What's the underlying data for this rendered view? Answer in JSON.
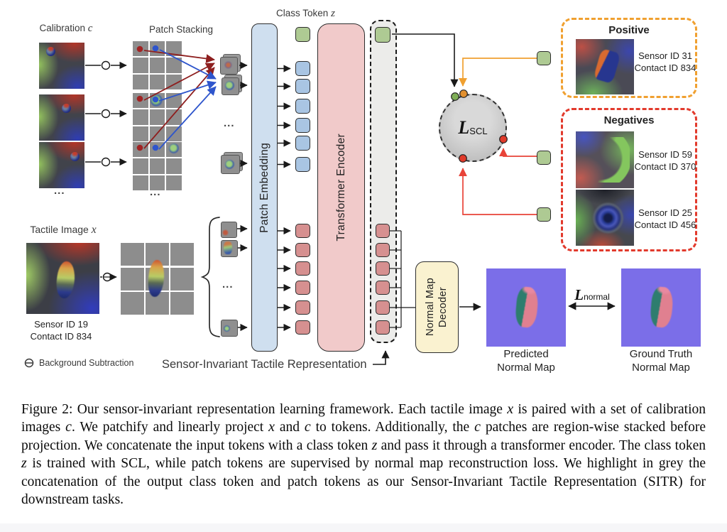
{
  "figure": {
    "labels": {
      "calibration": "Calibration ",
      "calibration_math": "c",
      "patch_stacking": "Patch Stacking",
      "class_token": "Class Token ",
      "class_token_math": "z",
      "patch_embedding": "Patch Embedding",
      "transformer_encoder": "Transformer Encoder",
      "tactile_image": "Tactile Image ",
      "tactile_image_math": "x",
      "sitr": "Sensor-Invariant Tactile Representation",
      "background_subtraction": "Background Subtraction",
      "ellipsis": "..."
    },
    "loss_scl": {
      "symbol": "L",
      "subscript": "SCL"
    },
    "loss_normal": {
      "symbol": "L",
      "subscript": "normal"
    },
    "tactile_input": {
      "sensor": "Sensor ID 19",
      "contact": "Contact ID 834"
    },
    "positive": {
      "title": "Positive",
      "sensor": "Sensor ID 31",
      "contact": "Contact ID 834"
    },
    "negatives": {
      "title": "Negatives",
      "items": [
        {
          "sensor": "Sensor ID 59",
          "contact": "Contact ID 370"
        },
        {
          "sensor": "Sensor ID 25",
          "contact": "Contact ID 456"
        }
      ]
    },
    "decoder": {
      "line1": "Normal Map",
      "line2": "Decoder"
    },
    "predicted": {
      "line1": "Predicted",
      "line2": "Normal Map"
    },
    "ground_truth": {
      "line1": "Ground Truth",
      "line2": "Normal Map"
    }
  },
  "caption": {
    "segments": [
      {
        "t": "Figure 2: Our sensor-invariant representation learning framework. Each tactile image "
      },
      {
        "t": "x",
        "i": true
      },
      {
        "t": " is paired with a set of calibration images "
      },
      {
        "t": "c",
        "i": true
      },
      {
        "t": ". We patchify and linearly project "
      },
      {
        "t": "x",
        "i": true
      },
      {
        "t": " and "
      },
      {
        "t": "c",
        "i": true
      },
      {
        "t": " to tokens. Additionally, the "
      },
      {
        "t": "c",
        "i": true
      },
      {
        "t": " patches are region-wise stacked before projection. We concatenate the input tokens with a class token "
      },
      {
        "t": "z",
        "i": true
      },
      {
        "t": " and pass it through a transformer encoder. The class token "
      },
      {
        "t": "z",
        "i": true
      },
      {
        "t": " is trained with SCL, while patch tokens are supervised by normal map reconstruction loss. We highlight in grey the concatenation of the output class token and patch tokens as our Sensor-Invariant Tactile Representation (SITR) for downstream tasks."
      }
    ]
  },
  "colors": {
    "token_blue": "#a9c5e3",
    "token_pink": "#d69090",
    "token_green": "#aeca93",
    "embedding_fill": "#cfdfef",
    "encoder_fill": "#f1caca",
    "decoder_fill": "#faf2d0",
    "sitr_fill": "#ececea",
    "positive_border": "#f0a030",
    "negative_border": "#e23a2c",
    "normal_map_bg": "#7b6ee8",
    "stack_arrow_red": "#8e1f1f",
    "stack_arrow_blue": "#2e55cc"
  }
}
